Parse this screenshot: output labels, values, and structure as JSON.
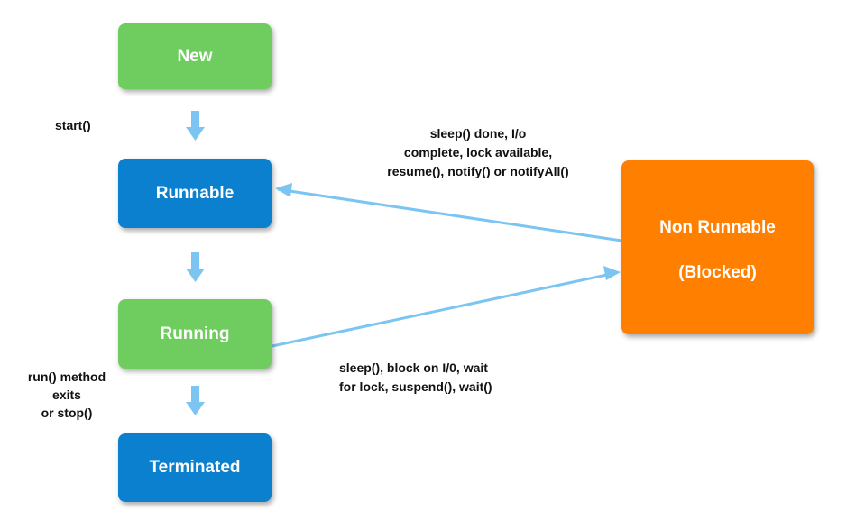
{
  "colors": {
    "green": "#6fcd5f",
    "blue": "#0a80cf",
    "orange": "#ff8000",
    "arrow": "#7cc5f2"
  },
  "states": {
    "new": "New",
    "runnable": "Runnable",
    "running": "Running",
    "terminated": "Terminated",
    "blocked_line1": "Non Runnable",
    "blocked_line2": "(Blocked)"
  },
  "transitions": {
    "start": "start()",
    "wakeup": [
      "sleep() done, I/o",
      "complete, lock available,",
      "resume(), notify() or notifyAll()"
    ],
    "block": [
      "sleep(), block on I/0, wait",
      "for lock, suspend(), wait()"
    ],
    "exit": [
      "run() method",
      "exits",
      "or stop()"
    ]
  }
}
